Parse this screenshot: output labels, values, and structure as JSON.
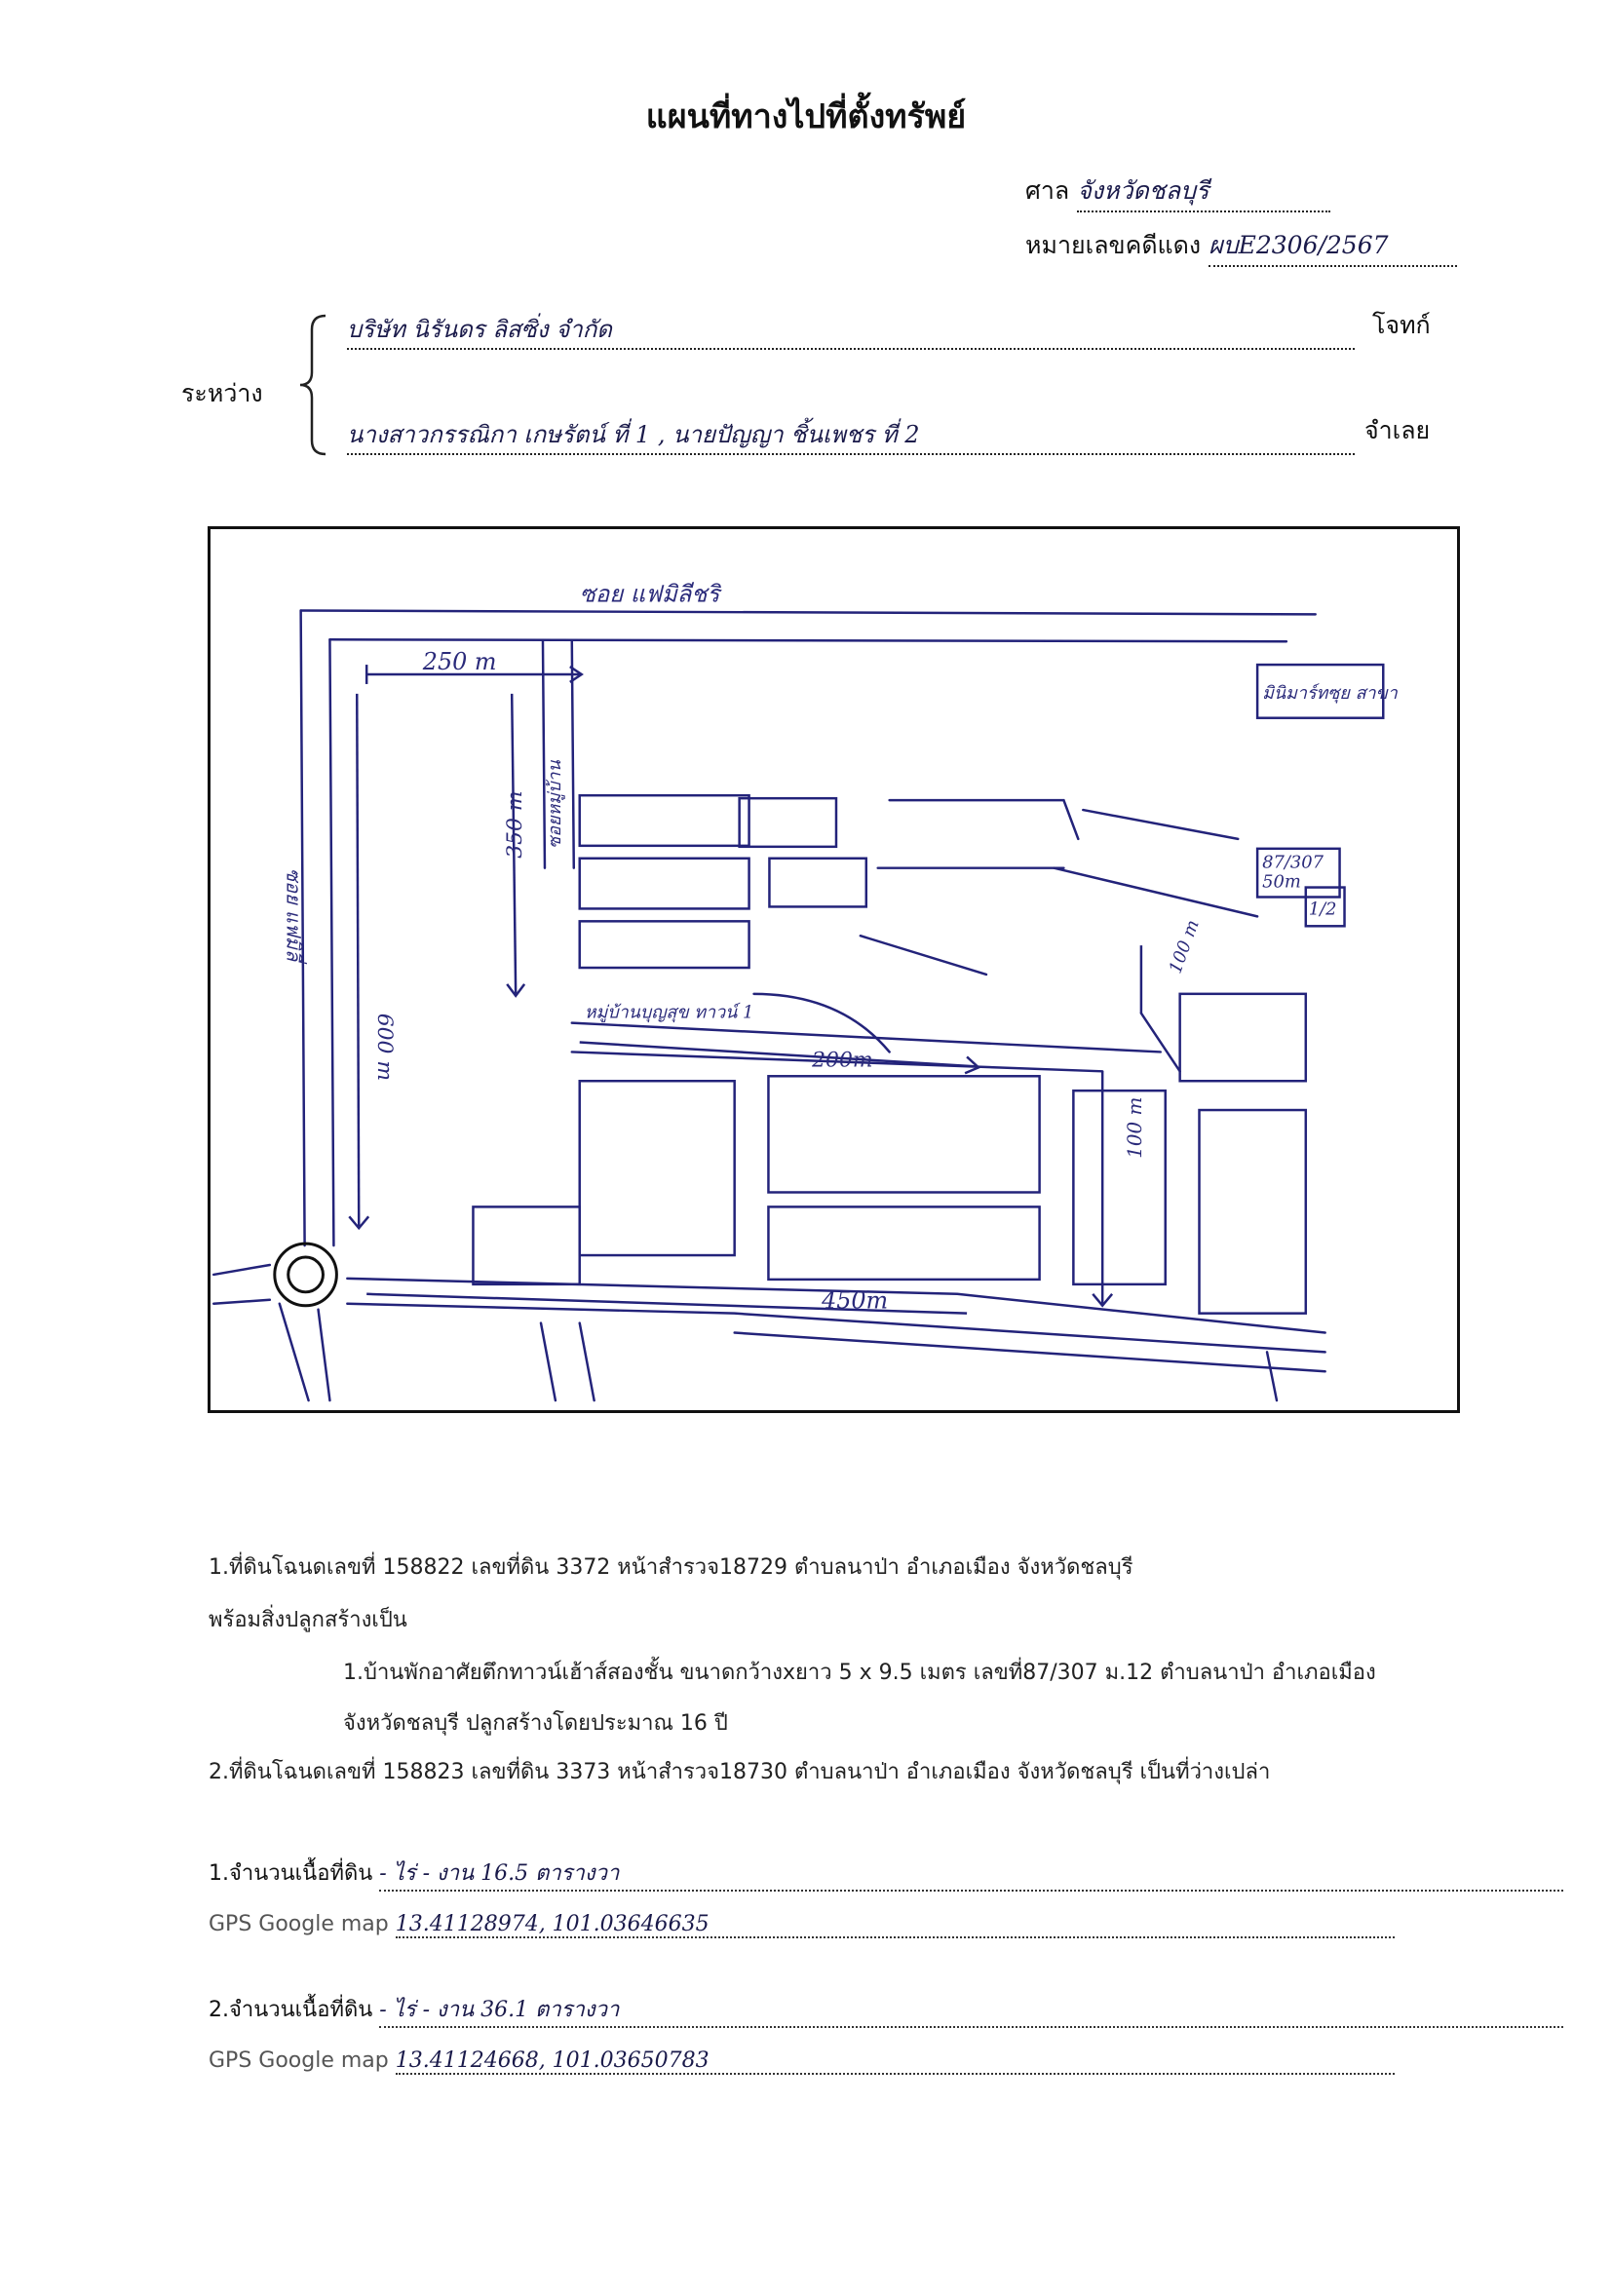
{
  "header": {
    "title": "แผนที่ทางไปที่ตั้งทรัพย์",
    "court_label": "ศาล",
    "court_value": "จังหวัดชลบุรี",
    "case_label": "หมายเลขคดีแดง",
    "case_value": "ผบE2306/2567"
  },
  "parties": {
    "between_label": "ระหว่าง",
    "plaintiff_value": "บริษัท นิรันดร ลิสซิ่ง จำกัด",
    "plaintiff_role": "โจทก์",
    "defendant_value": "นางสาวกรรณิกา เกษรัตน์ ที่ 1 , นายปัญญา ชิ้นเพชร ที่ 2",
    "defendant_role": "จำเลย"
  },
  "map": {
    "labels": {
      "soi_top": "ซอย แฟมิลีชริ",
      "dist_250": "250 m",
      "dist_350": "350 m",
      "dist_600": "600 m",
      "dist_200": "200m",
      "dist_450": "450m",
      "dist_100_a": "100 m",
      "dist_100_b": "100 m",
      "dist_50": "50m",
      "soi_left": "ซอย แฟมิลี่",
      "soi_mid": "ซอยหมู่บ้าน",
      "village": "หมู่บ้านบุญสุข ทาวน์ 1",
      "landmark": "มินิมาร์ทซุย สาขา",
      "target_house": "87/307",
      "plot_no": "1/2"
    }
  },
  "details": {
    "item1": "1.ที่ดินโฉนดเลขที่ 158822 เลขที่ดิน 3372 หน้าสำรวจ18729 ตำบลนาป่า อำเภอเมือง จังหวัดชลบุรี",
    "item1_sub": "พร้อมสิ่งปลูกสร้างเป็น",
    "item1_building_a": "1.บ้านพักอาศัยตึกทาวน์เฮ้าส์สองชั้น ขนาดกว้างxยาว  5 x 9.5 เมตร เลขที่87/307 ม.12 ตำบลนาป่า อำเภอเมือง",
    "item1_building_b": "จังหวัดชลบุรี ปลูกสร้างโดยประมาณ 16 ปี",
    "item2": "2.ที่ดินโฉนดเลขที่ 158823 เลขที่ดิน 3373 หน้าสำรวจ18730 ตำบลนาป่า อำเภอเมือง จังหวัดชลบุรี  เป็นที่ว่างเปล่า"
  },
  "areas": [
    {
      "label": "1.จำนวนเนื้อที่ดิน",
      "value": "- ไร่ - งาน 16.5 ตารางวา",
      "gps_label": "GPS Google map",
      "gps_value": "13.41128974, 101.03646635"
    },
    {
      "label": "2.จำนวนเนื้อที่ดิน",
      "value": "- ไร่ - งาน 36.1 ตารางวา",
      "gps_label": "GPS Google map",
      "gps_value": "13.41124668, 101.03650783"
    }
  ]
}
